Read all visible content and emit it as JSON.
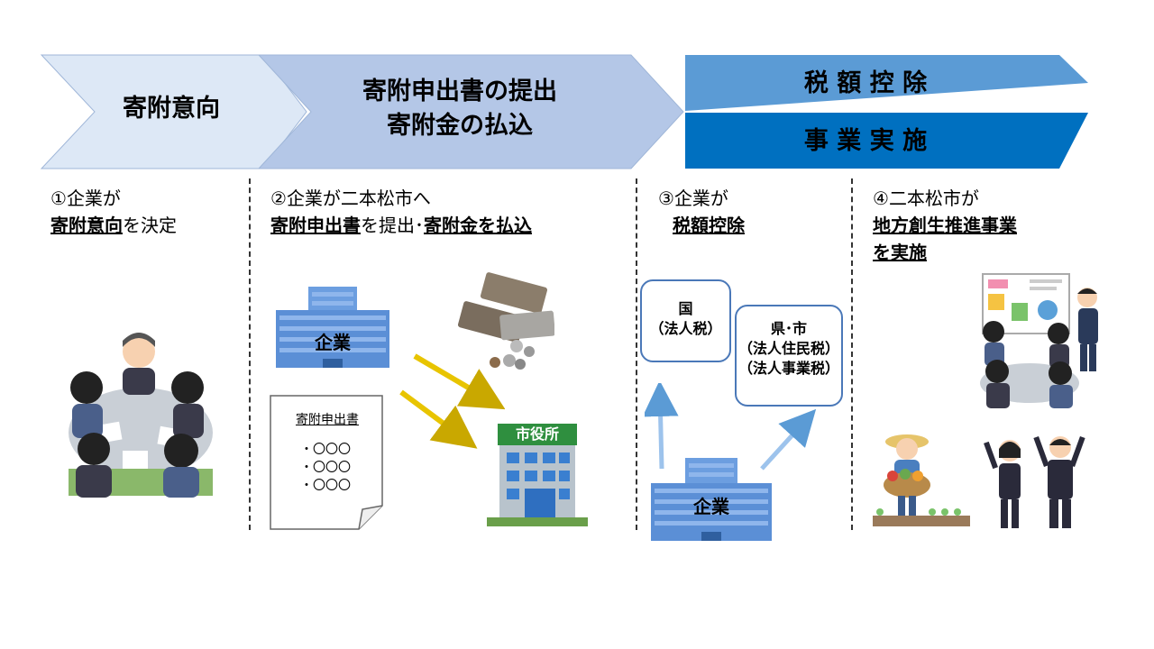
{
  "flow": [
    {
      "label": "寄附意向"
    },
    {
      "label_line1": "寄附申出書の提出",
      "label_line2": "寄附金の払込"
    },
    {
      "label": "税 額 控 除"
    },
    {
      "label": "事 業 実 施"
    }
  ],
  "steps": [
    {
      "num": "①",
      "lead": "企業が",
      "bold": "寄附意向",
      "rest": "を決定"
    },
    {
      "num": "②",
      "lead": "企業が二本松市へ",
      "bold1": "寄附申出書",
      "mid": "を提出･",
      "bold2": "寄附金",
      "rest": "を払込"
    },
    {
      "num": "③",
      "lead": "企業が",
      "bold": "税額控除"
    },
    {
      "num": "④",
      "lead": "二本松市が",
      "bold": "地方創生推進事業",
      "bold_line2": "を実施"
    }
  ],
  "labels": {
    "company": "企業",
    "city_hall_sign": "市役所",
    "form_title": "寄附申出書",
    "form_item": "・〇〇〇",
    "country_line1": "国",
    "country_line2": "（法人税）",
    "pref_line1": "県･市",
    "pref_line2": "（法人住民税）",
    "pref_line3": "（法人事業税）"
  },
  "colors": {
    "arrow1": "#dde8f6",
    "arrow2": "#b4c7e7",
    "arrow3": "#5b9bd5",
    "arrow4": "#0070c0",
    "building": "#5b8fd6",
    "gold_arrow": "#e8c400"
  }
}
